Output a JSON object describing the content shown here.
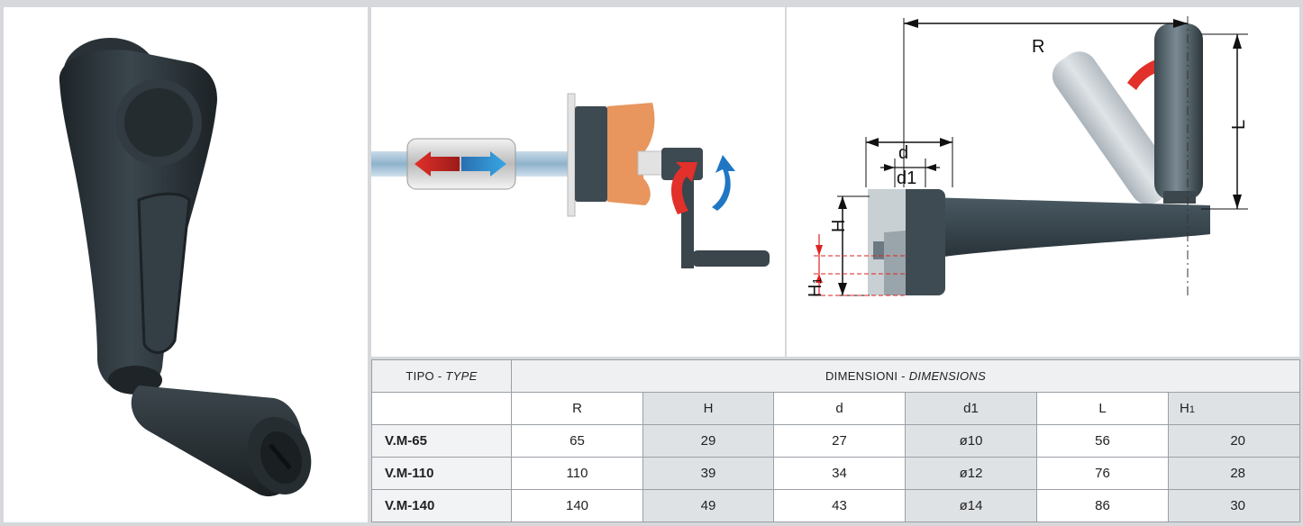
{
  "drawing": {
    "label_R": "R",
    "label_L": "L",
    "label_d": "d",
    "label_d1": "d1",
    "label_H": "H",
    "label_H1_main": "H",
    "label_H1_sub": "1"
  },
  "table": {
    "type_label": "TIPO - ",
    "type_label_italic": "TYPE",
    "dims_label": "DIMENSIONI - ",
    "dims_label_italic": "DIMENSIONS",
    "columns": {
      "R": "R",
      "H": "H",
      "d": "d",
      "d1": "d1",
      "L": "L",
      "H1_main": "H",
      "H1_sub": "1"
    },
    "rows": [
      {
        "type": "V.M-65",
        "R": "65",
        "H": "29",
        "d": "27",
        "d1": "ø10",
        "L": "56",
        "H1": "20"
      },
      {
        "type": "V.M-110",
        "R": "110",
        "H": "39",
        "d": "34",
        "d1": "ø12",
        "L": "76",
        "H1": "28"
      },
      {
        "type": "V.M-140",
        "R": "140",
        "H": "49",
        "d": "43",
        "d1": "ø14",
        "L": "86",
        "H1": "30"
      }
    ]
  },
  "colors": {
    "handle": "#2f3a40",
    "frame": "#d6d8dc",
    "arrow_red": "#e2302a",
    "arrow_blue": "#1f77c4",
    "nut_orange": "#e8955e"
  }
}
